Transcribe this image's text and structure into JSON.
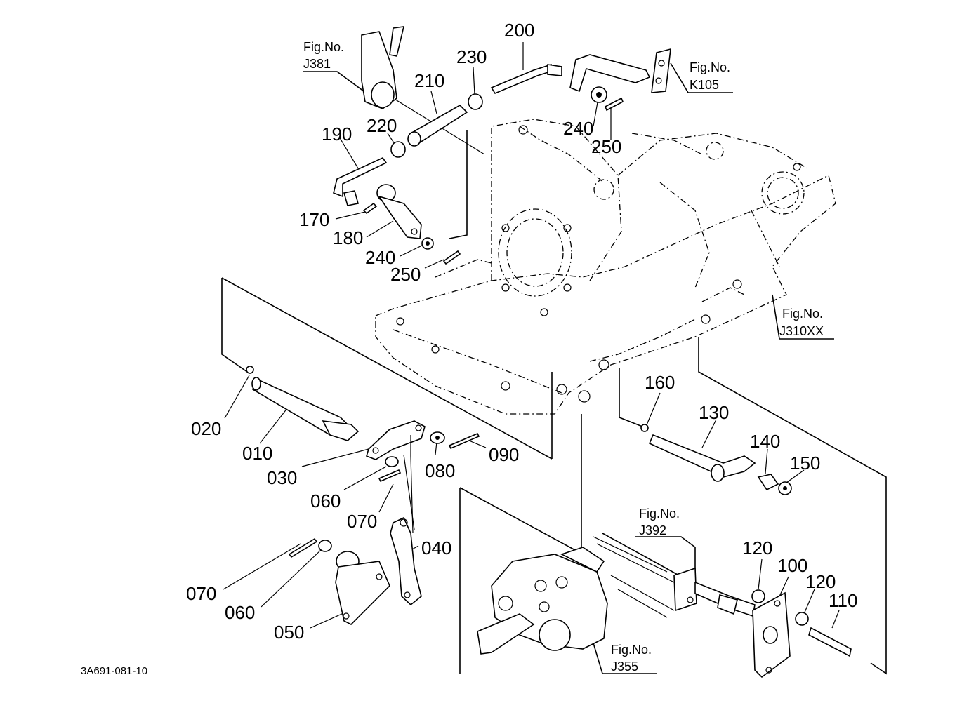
{
  "diagram_code": "3A691-081-10",
  "part_labels": [
    "020",
    "010",
    "030",
    "060",
    "070",
    "080",
    "090",
    "040",
    "070",
    "060",
    "050",
    "200",
    "230",
    "210",
    "220",
    "190",
    "170",
    "180",
    "240",
    "250",
    "240",
    "250",
    "160",
    "130",
    "140",
    "150",
    "120",
    "100",
    "120",
    "110"
  ],
  "fig_refs": [
    {
      "prefix": "Fig.No.",
      "code": "J381"
    },
    {
      "prefix": "Fig.No.",
      "code": "K105"
    },
    {
      "prefix": "Fig.No.",
      "code": "J310XX"
    },
    {
      "prefix": "Fig.No.",
      "code": "J392"
    },
    {
      "prefix": "Fig.No.",
      "code": "J355"
    }
  ]
}
